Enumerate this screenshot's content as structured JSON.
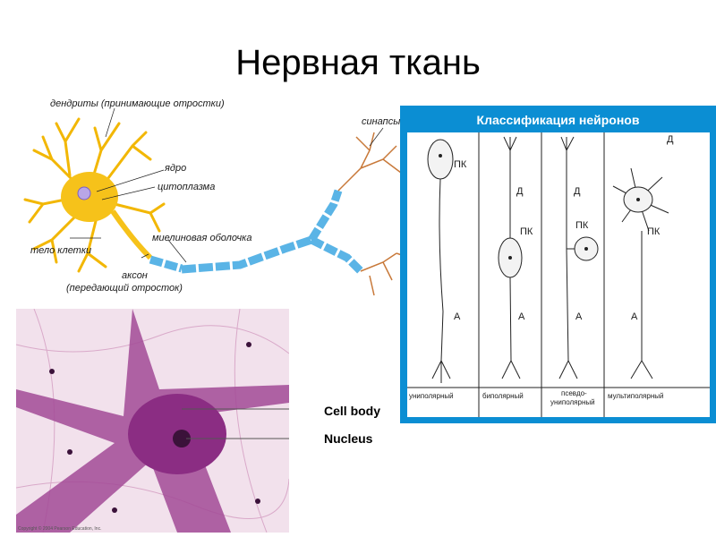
{
  "title": "Нервная ткань",
  "neuron": {
    "dendrites": "дендриты (принимающие отростки)",
    "nucleus": "ядро",
    "cytoplasm": "цитоплазма",
    "soma": "тело клетки",
    "axon_line1": "аксон",
    "axon_line2": "(передающий отросток)",
    "myelin": "миелиновая оболочка",
    "synapses": "синапсы"
  },
  "classification": {
    "title": "Классификация нейронов",
    "cells": [
      {
        "top": "",
        "mid": "ПК",
        "bottom": "А",
        "caption1": "униполярный",
        "caption2": ""
      },
      {
        "top": "Д",
        "mid": "ПК",
        "bottom": "А",
        "caption1": "биполярный",
        "caption2": ""
      },
      {
        "top": "Д",
        "mid": "ПК",
        "bottom": "А",
        "caption1": "псевдо-",
        "caption2": "униполярный"
      },
      {
        "top": "Д",
        "mid": "ПК",
        "bottom": "А",
        "caption1": "мультиполярный",
        "caption2": ""
      }
    ]
  },
  "micrograph": {
    "cell_body": "Cell body",
    "nucleus": "Nucleus",
    "copyright": "Copyright © 2004 Pearson Education, Inc."
  },
  "colors": {
    "panel_blue": "#0b8ed3",
    "soma_yellow": "#f6c21a",
    "myelin_blue": "#5ab4e6",
    "stain_purple": "#8b2d83"
  }
}
